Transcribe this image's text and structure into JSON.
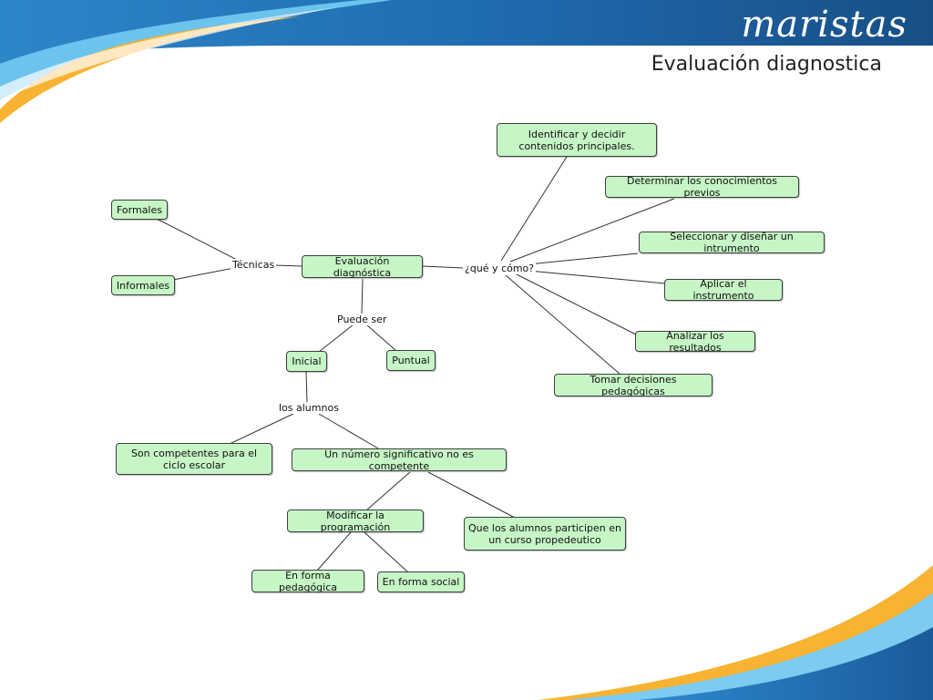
{
  "slide": {
    "brand": "maristas",
    "title": "Evaluación diagnostica"
  },
  "theme": {
    "header_blue": "#1f67a8",
    "header_light": "#5eb4e4",
    "accent_yellow": "#f8b332",
    "node_fill": "#c6f5c6",
    "node_border": "#3f3f3f"
  },
  "map": {
    "central": "Evaluación diagnóstica",
    "tecnicas": "Técnicas",
    "formales": "Formales",
    "informales": "Informales",
    "que_como": "¿qué y cómo?",
    "identificar": "Identificar y decidir contenidos principales.",
    "determinar": "Determinar los conocimientos previos",
    "seleccionar": "Seleccionar y diseñar un intrumento",
    "aplicar": "Aplicar el instrumento",
    "analizar": "Analizar los resultados",
    "tomar": "Tomar decisiones pedagógicas",
    "puede_ser": "Puede ser",
    "inicial": "Inicial",
    "puntual": "Puntual",
    "los_alumnos": "los alumnos",
    "competentes": "Son competentes para el ciclo escolar",
    "no_competente": "Un número significativo no es competente",
    "modificar": "Modificar la programación",
    "propedeutico": "Que los alumnos participen en un curso propedeutico",
    "pedagogica": "En forma pedagógica",
    "social": "En forma social"
  }
}
